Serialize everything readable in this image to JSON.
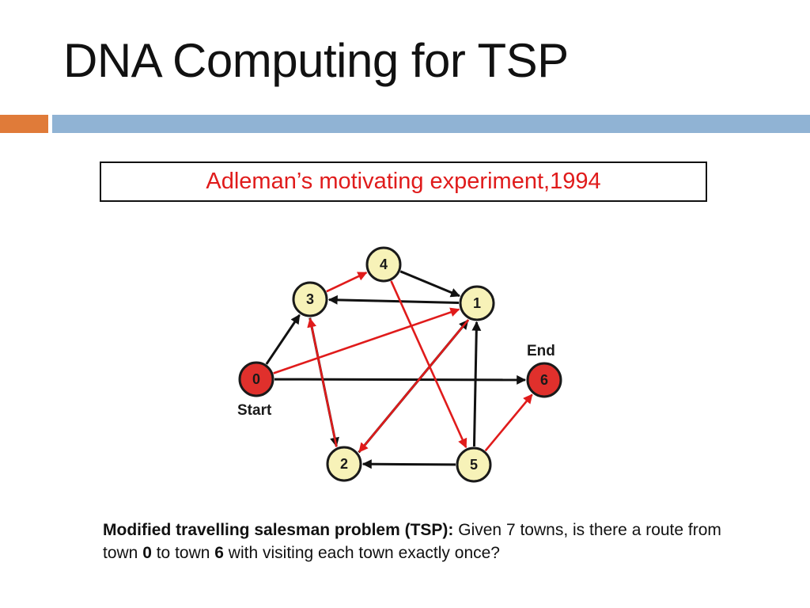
{
  "slide": {
    "title": "DNA Computing for TSP",
    "subtitle": "Adleman’s motivating experiment,1994"
  },
  "colors": {
    "accent_orange": "#e07b39",
    "accent_blue": "#90b3d4",
    "subtitle_red": "#e01b1b",
    "node_yellow": "#f7f2b8",
    "node_red": "#e0302c",
    "edge_black": "#111111",
    "edge_red": "#e01b1b"
  },
  "graph": {
    "nodes": [
      {
        "id": "0",
        "label": "0",
        "kind": "start"
      },
      {
        "id": "1",
        "label": "1",
        "kind": "town"
      },
      {
        "id": "2",
        "label": "2",
        "kind": "town"
      },
      {
        "id": "3",
        "label": "3",
        "kind": "town"
      },
      {
        "id": "4",
        "label": "4",
        "kind": "town"
      },
      {
        "id": "5",
        "label": "5",
        "kind": "town"
      },
      {
        "id": "6",
        "label": "6",
        "kind": "end"
      }
    ],
    "start_label": "Start",
    "end_label": "End",
    "edges": [
      {
        "from": "0",
        "to": "3",
        "path": false
      },
      {
        "from": "0",
        "to": "6",
        "path": false
      },
      {
        "from": "4",
        "to": "1",
        "path": false
      },
      {
        "from": "1",
        "to": "3",
        "path": false
      },
      {
        "from": "3",
        "to": "2",
        "path": false
      },
      {
        "from": "2",
        "to": "1",
        "path": false
      },
      {
        "from": "5",
        "to": "2",
        "path": false
      },
      {
        "from": "5",
        "to": "1",
        "path": false
      },
      {
        "from": "0",
        "to": "1",
        "path": true
      },
      {
        "from": "1",
        "to": "2",
        "path": true
      },
      {
        "from": "2",
        "to": "3",
        "path": true
      },
      {
        "from": "3",
        "to": "4",
        "path": true
      },
      {
        "from": "4",
        "to": "5",
        "path": true
      },
      {
        "from": "5",
        "to": "6",
        "path": true
      }
    ]
  },
  "caption": {
    "bold_lead": "Modified travelling salesman problem (TSP):",
    "text_a": " Given 7 towns, is there a route from town ",
    "town_from": "0",
    "text_b": " to town ",
    "town_to": "6",
    "text_c": " with visiting each town exactly once?"
  }
}
